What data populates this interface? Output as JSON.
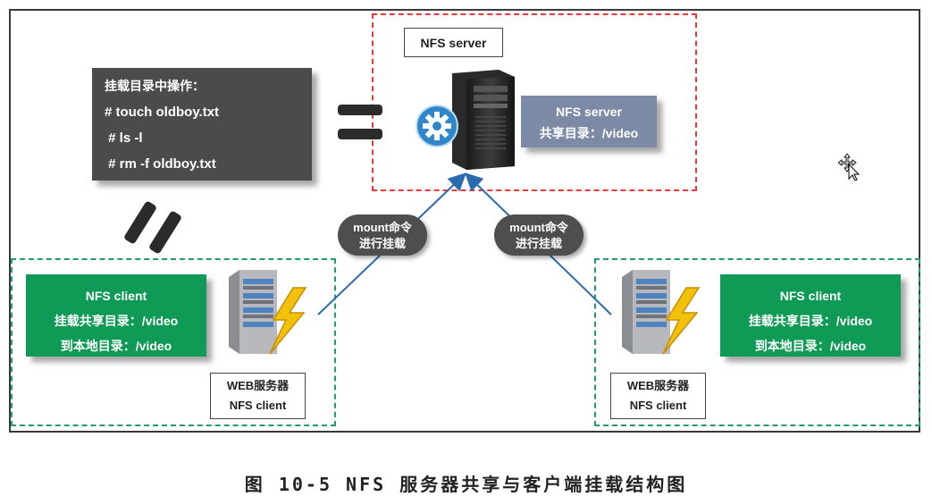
{
  "nfs_server_label": "NFS server",
  "server_info": {
    "title": "NFS server",
    "share": "共享目录：/video"
  },
  "commands": {
    "heading": "挂载目录中操作：",
    "lines": [
      "# touch oldboy.txt",
      " # ls -l",
      " # rm -f oldboy.txt"
    ]
  },
  "mount_pill_left": {
    "line1": "mount命令",
    "line2": "进行挂载"
  },
  "mount_pill_right": {
    "line1": "mount命令",
    "line2": "进行挂载"
  },
  "client_left": {
    "title": "NFS client",
    "mount": "挂载共享目录：/video",
    "local": "到本地目录：/video",
    "label_line1": "WEB服务器",
    "label_line2": "NFS client"
  },
  "client_right": {
    "title": "NFS client",
    "mount": "挂载共享目录：/video",
    "local": "到本地目录：/video",
    "label_line1": "WEB服务器",
    "label_line2": "NFS client"
  },
  "caption": "图 10-5 NFS 服务器共享与客户端挂载结构图",
  "colors": {
    "server_zone_border": "#e33a3a",
    "client_zone_border": "#1f9c72",
    "client_box": "#0f9a55",
    "server_info_box": "#7c8aa6",
    "command_box": "#4b4b4b",
    "arrow": "#2a6bb0"
  }
}
